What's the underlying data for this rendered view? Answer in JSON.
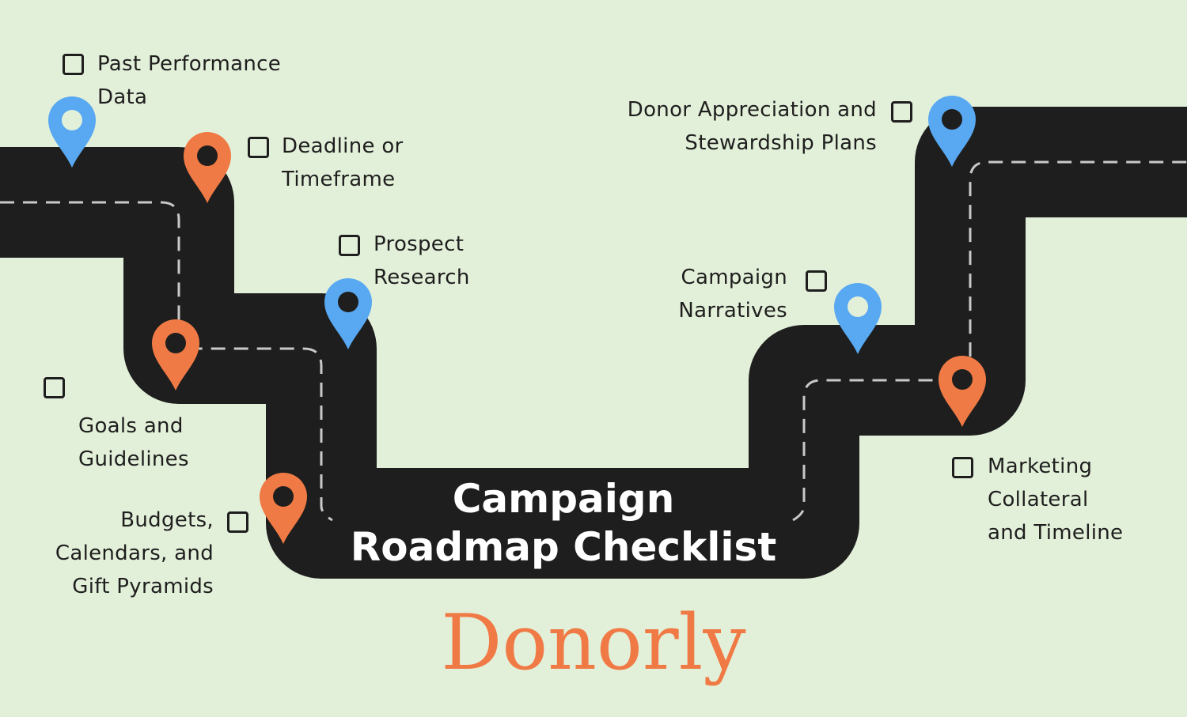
{
  "title": {
    "line1": "Campaign",
    "line2": "Roadmap Checklist"
  },
  "brand": {
    "name": "Donorly",
    "color": "#f07a45"
  },
  "colors": {
    "background": "#e3f0d9",
    "road": "#1e1e1e",
    "road_dash": "#c9c9c9",
    "pin_blue": "#58a8f2",
    "pin_orange": "#f07a45",
    "text": "#1e1e1e"
  },
  "checklist": [
    {
      "id": "past-performance",
      "lines": [
        "Past Performance",
        "Data"
      ],
      "checked": false,
      "pin": "blue"
    },
    {
      "id": "deadline",
      "lines": [
        "Deadline or",
        "Timeframe"
      ],
      "checked": false,
      "pin": "orange"
    },
    {
      "id": "prospect-research",
      "lines": [
        "Prospect",
        "Research"
      ],
      "checked": false,
      "pin": "blue"
    },
    {
      "id": "goals",
      "lines": [
        "Goals and",
        "Guidelines"
      ],
      "checked": false,
      "pin": "orange"
    },
    {
      "id": "budgets",
      "lines": [
        "Budgets,",
        "Calendars, and",
        "Gift Pyramids"
      ],
      "checked": false,
      "pin": "orange"
    },
    {
      "id": "campaign-narratives",
      "lines": [
        "Campaign",
        "Narratives"
      ],
      "checked": false,
      "pin": "blue"
    },
    {
      "id": "donor-appreciation",
      "lines": [
        "Donor Appreciation and",
        "Stewardship Plans"
      ],
      "checked": false,
      "pin": "blue"
    },
    {
      "id": "marketing-collateral",
      "lines": [
        "Marketing",
        "Collateral",
        "and Timeline"
      ],
      "checked": false,
      "pin": "orange"
    }
  ]
}
